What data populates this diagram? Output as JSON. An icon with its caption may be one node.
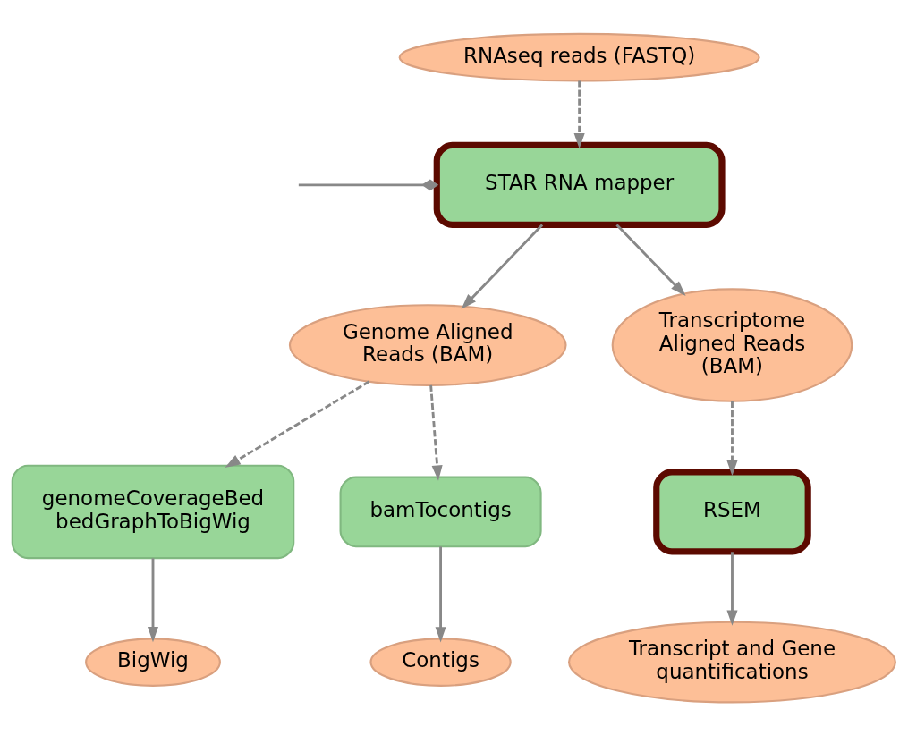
{
  "diagram": {
    "nodes": [
      {
        "text": [
          "RNAseq reads (FASTQ)"
        ]
      },
      {
        "text": [
          "STAR RNA mapper"
        ]
      },
      {
        "text": [
          "Genome Aligned Reads (BAM)"
        ]
      },
      {
        "text": [
          "Transcriptome Aligned Reads (BAM)"
        ]
      },
      {
        "text": [
          "genomeCoverageBed bedGraphToBigWig"
        ]
      },
      {
        "text": [
          "bamTocontigs"
        ]
      },
      {
        "text": [
          "RSEM"
        ]
      },
      {
        "text": [
          "BigWig"
        ]
      },
      {
        "text": [
          "Contigs"
        ]
      },
      {
        "text": [
          "Transcript and Gene quantifications"
        ]
      }
    ],
    "edges": [
      {
        "from": null,
        "to": 1,
        "arrow": "other"
      },
      {
        "from": 0,
        "to": 1,
        "arrow": "to",
        "style": "dashed"
      },
      {
        "from": 1,
        "to": 2,
        "arrow": "to"
      },
      {
        "from": 1,
        "to": 3,
        "arrow": "to"
      },
      {
        "from": 2,
        "to": 4,
        "arrow": "to",
        "style": "dashed"
      },
      {
        "from": 2,
        "to": 5,
        "arrow": "to",
        "style": "dashed"
      },
      {
        "from": 3,
        "to": 6,
        "arrow": "to",
        "style": "dashed"
      },
      {
        "from": 4,
        "to": 7,
        "arrow": "to"
      },
      {
        "from": 5,
        "to": 8,
        "arrow": "to"
      },
      {
        "from": 6,
        "to": 9,
        "arrow": "to"
      }
    ]
  }
}
